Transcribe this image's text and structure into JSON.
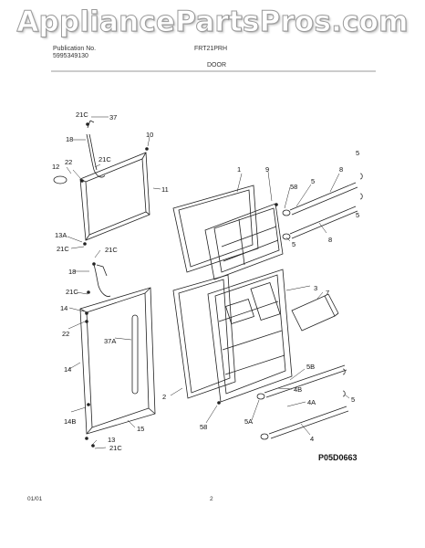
{
  "watermark": "AppliancePartsPros.com",
  "header": {
    "publication_label": "Publication No.",
    "publication_number": "5995349130",
    "model": "FRT21PRH",
    "section": "DOOR"
  },
  "diagram_code": "P05D0663",
  "footer": {
    "date": "01/01",
    "page": "2"
  },
  "callouts": {
    "c1": "1",
    "c2": "2",
    "c3": "3",
    "c4": "4",
    "c4a": "4A",
    "c4b": "4B",
    "c5": "5",
    "c5b": "5B",
    "c7": "7",
    "c8": "8",
    "c9": "9",
    "c10": "10",
    "c11": "11",
    "c12": "12",
    "c13": "13",
    "c13a": "13A",
    "c14": "14",
    "c14b": "14B",
    "c15": "15",
    "c18": "18",
    "c21c": "21C",
    "c22": "22",
    "c37": "37",
    "c37a": "37A",
    "c58": "58",
    "c5a": "5A"
  }
}
